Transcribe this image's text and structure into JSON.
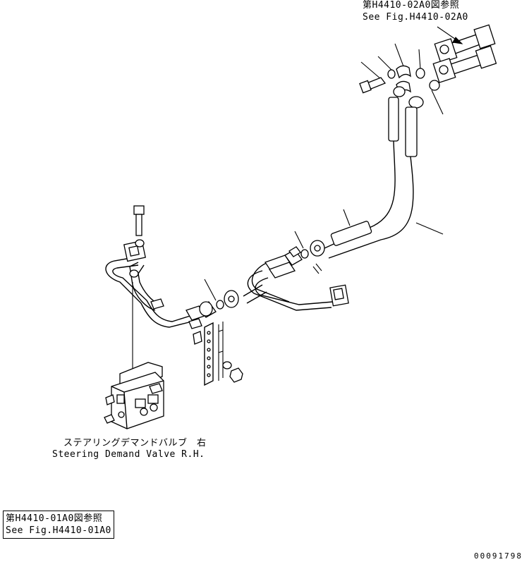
{
  "reference_top": {
    "jp": "第H4410-02A0図参照",
    "en": "See Fig.H4410-02A0"
  },
  "caption": {
    "jp": "ステアリングデマンドバルブ　右",
    "en": "Steering Demand Valve R.H."
  },
  "reference_bottom": {
    "jp": "第H4410-01A0図参照",
    "en": "See Fig.H4410-01A0"
  },
  "drawing_number": "00091798"
}
